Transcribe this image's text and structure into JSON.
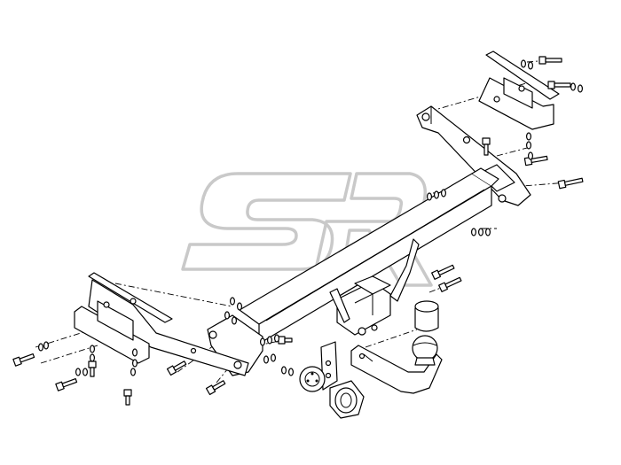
{
  "diagram": {
    "watermark_text": "SR",
    "parts": [
      "cross-bar",
      "right-side-bracket",
      "left-side-bracket",
      "right-mount-plate",
      "left-mount-plate",
      "tow-ball-neck",
      "tow-ball",
      "ball-cover-cap",
      "socket-plate",
      "electrical-socket",
      "safety-chain-loop"
    ]
  }
}
